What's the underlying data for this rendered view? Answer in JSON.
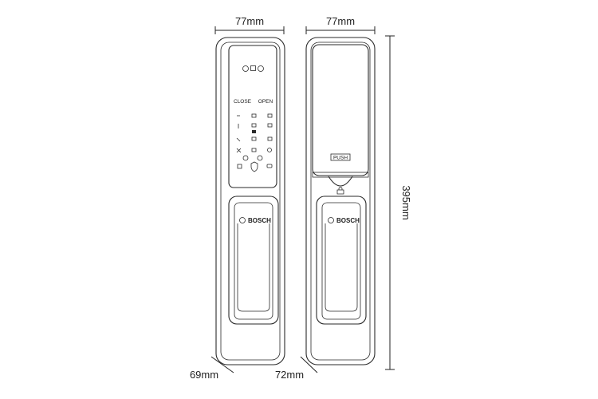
{
  "dimensions": {
    "front_width": "77mm",
    "back_width": "77mm",
    "height": "395mm",
    "front_depth": "69mm",
    "back_depth": "72mm"
  },
  "front_panel": {
    "close_label": "CLOSE",
    "open_label": "OPEN",
    "brand": "BOSCH",
    "key_icons": [
      "lock-icon",
      "shield-icon",
      "battery-icon"
    ]
  },
  "back_panel": {
    "push_label": "PUSH",
    "brand": "BOSCH",
    "key_icons": [
      "lock-icon"
    ]
  }
}
